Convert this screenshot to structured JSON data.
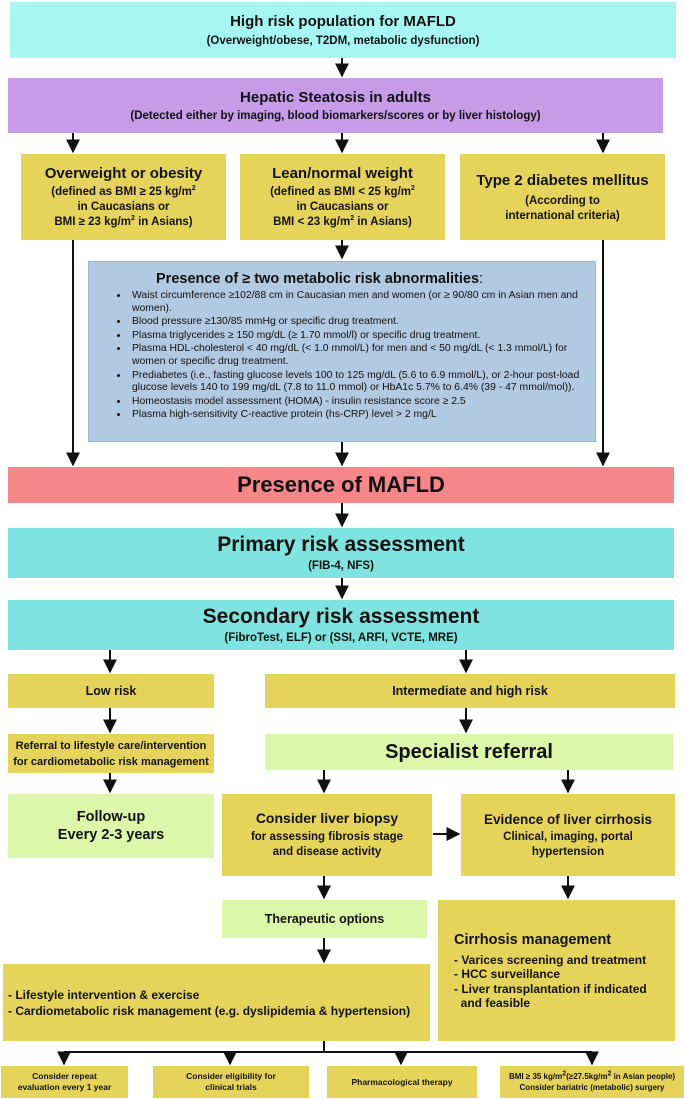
{
  "population": {
    "title": "High risk population for MAFLD",
    "subtitle": "(Overweight/obese, T2DM, metabolic dysfunction)"
  },
  "steatosis": {
    "title": "Hepatic Steatosis in adults",
    "subtitle": "(Detected either by imaging, blood biomarkers/scores or by liver histology)"
  },
  "overweight": {
    "title": "Overweight or obesity",
    "line1": "(defined as BMI ≥ 25 kg/m",
    "sup": "2",
    "line2": "in Caucasians or",
    "line3a": "BMI ≥ 23 kg/m",
    "line3b": " in Asians)"
  },
  "lean": {
    "title": "Lean/normal weight",
    "line1": "(defined as BMI < 25 kg/m",
    "sup": "2",
    "line2": "in Caucasians or",
    "line3a": "BMI < 23 kg/m",
    "line3b": " in Asians)"
  },
  "t2dm": {
    "title": "Type 2 diabetes mellitus",
    "line1": "(According to",
    "line2": "international criteria)"
  },
  "criteria": {
    "title": "Presence of ≥ two metabolic risk abnormalities",
    "colon": ":",
    "items": [
      "Waist circumference ≥102/88 cm in Caucasian men and women (or ≥ 90/80 cm in Asian men and women).",
      "Blood pressure ≥130/85 mmHg or specific drug treatment.",
      "Plasma triglycerides ≥ 150 mg/dL (≥ 1.70 mmol/l) or specific drug treatment.",
      "Plasma HDL-cholesterol < 40 mg/dL (< 1.0 mmol/L) for men and < 50 mg/dL (< 1.3 mmol/L) for women or specific drug treatment.",
      "Prediabetes (i.e., fasting glucose levels 100 to 125 mg/dL (5.6 to 6.9 mmol/L), or 2-hour post-load glucose levels 140 to 199 mg/dL (7.8 to 11.0 mmol) or HbA1c 5.7% to 6.4% (39 - 47 mmol/mol)).",
      "Homeostasis model assessment (HOMA) - insulin resistance score ≥ 2.5",
      "Plasma high-sensitivity C-reactive protein (hs-CRP) level > 2 mg/L"
    ]
  },
  "mafld": {
    "title": "Presence of MAFLD"
  },
  "primary": {
    "title": "Primary risk assessment",
    "subtitle": "(FIB-4, NFS)"
  },
  "secondary": {
    "title": "Secondary risk assessment",
    "subtitle": "(FibroTest, ELF) or (SSI, ARFI, VCTE, MRE)"
  },
  "low_risk": {
    "title": "Low risk"
  },
  "high_risk": {
    "title": "Intermediate and high risk"
  },
  "lifestyle_referral": {
    "line1": "Referral to lifestyle care/intervention",
    "line2": "for cardiometabolic risk management"
  },
  "specialist": {
    "title": "Specialist referral"
  },
  "followup": {
    "line1": "Follow-up",
    "line2": "Every 2-3 years"
  },
  "biopsy": {
    "title": "Consider liver biopsy",
    "line1": "for assessing fibrosis stage",
    "line2": "and disease activity"
  },
  "cirrhosis": {
    "title": "Evidence of liver cirrhosis",
    "line1": "Clinical, imaging, portal",
    "line2": "hypertension"
  },
  "therapeutic": {
    "title": "Therapeutic options"
  },
  "cirrhosis_mgmt": {
    "title": "Cirrhosis management",
    "items": [
      "- Varices screening and treatment",
      "- HCC surveillance",
      "- Liver transplantation if indicated",
      "  and feasible"
    ]
  },
  "interventions": {
    "items": [
      "- Lifestyle intervention & exercise",
      "- Cardiometabolic risk management (e.g. dyslipidemia & hypertension)"
    ]
  },
  "outcomes": {
    "repeat": {
      "line1": "Consider repeat",
      "line2": "evaluation every 1 year"
    },
    "trials": {
      "line1": "Consider eligibility for",
      "line2": "clinical trials"
    },
    "pharma": {
      "line1": "Pharmacological therapy"
    },
    "bariatric": {
      "line1a": "BMI ≥ 35 kg/m",
      "sup": "2",
      "line1b": "(≥27.5kg/m",
      "line1c": " in Asian people)",
      "line2": "Consider bariatric (metabolic) surgery"
    }
  },
  "colors": {
    "cyan_light": "#a6f7f1",
    "purple": "#c69be8",
    "yellow": "#e6d45a",
    "blue": "#b1c9e1",
    "red": "#f7868a",
    "teal": "#7fe4df",
    "green": "#dcf7a9"
  }
}
